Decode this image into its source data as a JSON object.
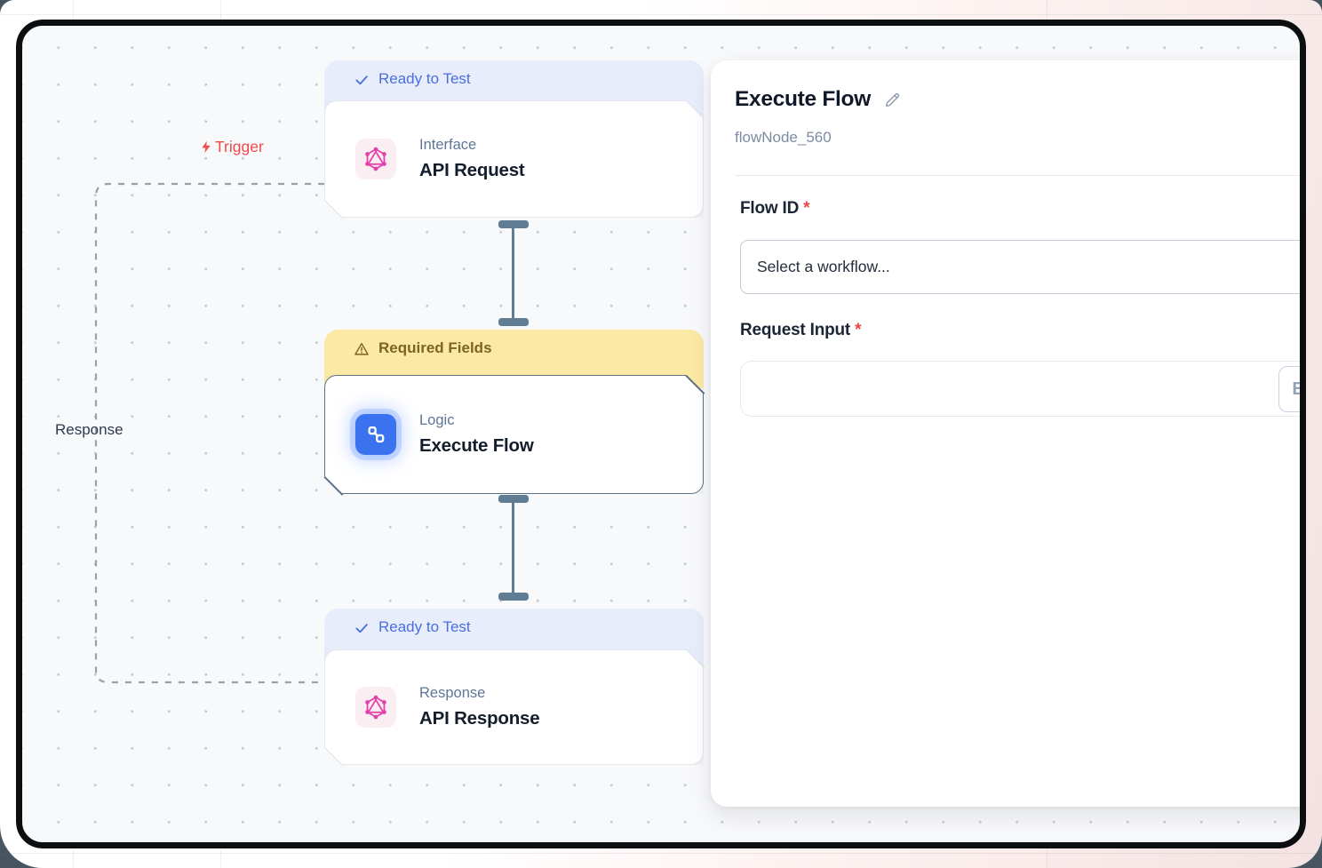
{
  "canvas": {
    "trigger_label": "Trigger",
    "response_label": "Response",
    "nodes": [
      {
        "status": "Ready to Test",
        "status_type": "ready",
        "category": "Interface",
        "title": "API Request",
        "icon": "graphql-icon"
      },
      {
        "status": "Required Fields",
        "status_type": "warning",
        "category": "Logic",
        "title": "Execute Flow",
        "icon": "flow-link-icon"
      },
      {
        "status": "Ready to Test",
        "status_type": "ready",
        "category": "Response",
        "title": "API Response",
        "icon": "graphql-icon"
      }
    ]
  },
  "panel": {
    "title": "Execute Flow",
    "node_id": "flowNode_560",
    "required_mark": "*",
    "fields": [
      {
        "label": "Flow ID",
        "required": true,
        "control": "select",
        "placeholder": "Select a workflow..."
      },
      {
        "label": "Request Input",
        "required": true,
        "control": "input",
        "value": "",
        "side_button_label": "E"
      }
    ]
  },
  "colors": {
    "ready_badge_bg": "#e8edfb",
    "ready_badge_text": "#4a6ee0",
    "warning_badge_bg": "#fbe9a4",
    "warning_badge_text": "#7d6420",
    "accent_blue": "#3b72ef",
    "graphql_pink": "#e23fa9",
    "trigger_red": "#f04b4b",
    "connector_slate": "#5f7e96",
    "required_red": "#ef4444",
    "frame_black": "#0d0e10"
  }
}
